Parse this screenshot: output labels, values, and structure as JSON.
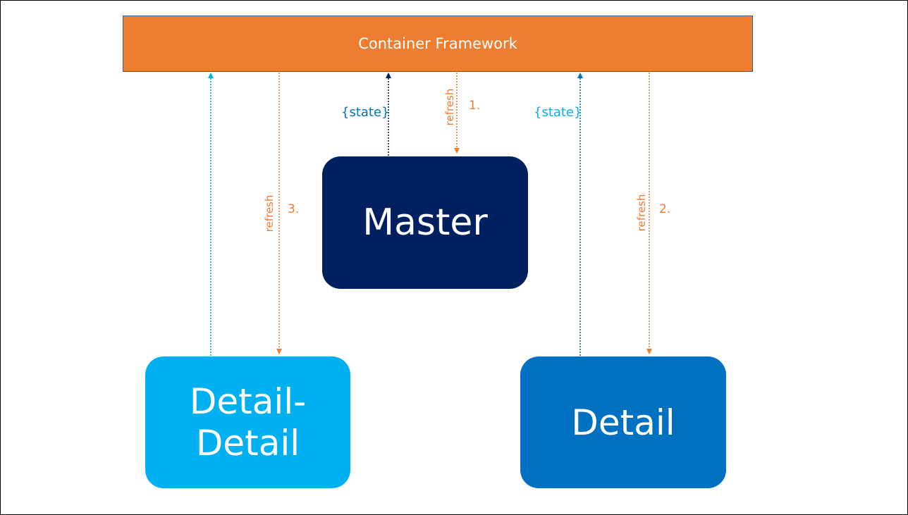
{
  "framework": {
    "label": "Container Framework",
    "color": "#ed7d31"
  },
  "master": {
    "label": "Master",
    "color": "#002060"
  },
  "detail_detail": {
    "label": "Detail-\nDetail",
    "color": "#00b0f0"
  },
  "detail": {
    "label": "Detail",
    "color": "#0070c0"
  },
  "flows": {
    "master_state": "{state}",
    "detail_state": "{state}",
    "refresh_master": "refresh",
    "refresh_master_step": "1.",
    "refresh_detail": "refresh",
    "refresh_detail_step": "2.",
    "refresh_detail_detail": "refresh",
    "refresh_detail_detail_step": "3."
  },
  "colors": {
    "refresh": "#ed7d31",
    "master_state": "#002060",
    "detail_state": "#0070c0",
    "detail_detail_state": "#00b0f0",
    "master_state_label": "#0070c0",
    "detail_state_label": "#00b0f0"
  }
}
